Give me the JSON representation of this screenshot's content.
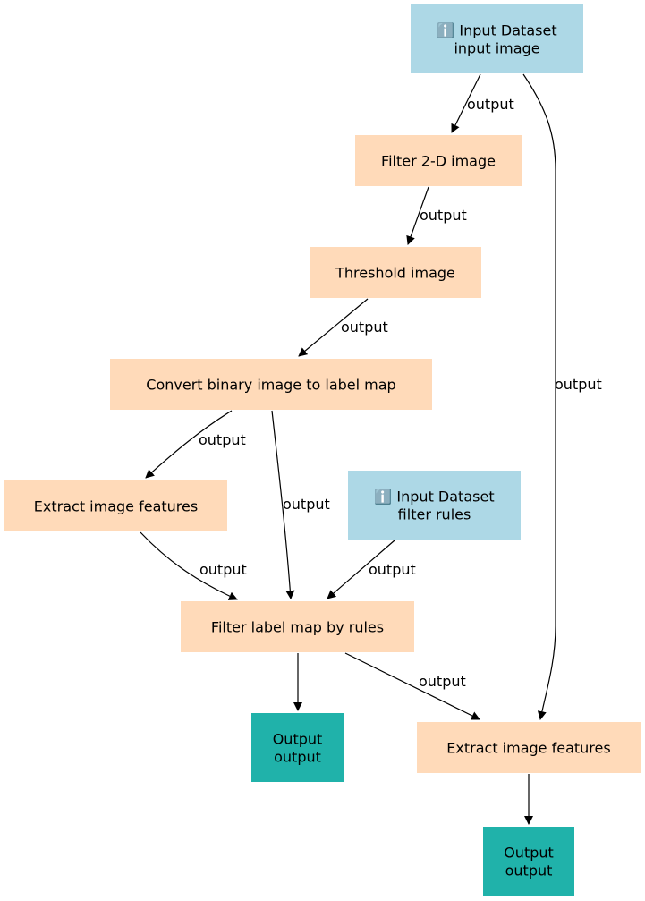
{
  "colors": {
    "input": "#add8e6",
    "tool": "#ffdab9",
    "output": "#20b2aa",
    "edge": "#000000"
  },
  "nodes": [
    {
      "id": "n0",
      "kind": "input",
      "icon": "info-icon",
      "lines": [
        "ℹ️ Input Dataset",
        "input image"
      ]
    },
    {
      "id": "n1",
      "kind": "tool",
      "lines": [
        "Filter 2-D image"
      ]
    },
    {
      "id": "n2",
      "kind": "tool",
      "lines": [
        "Threshold image"
      ]
    },
    {
      "id": "n3",
      "kind": "tool",
      "lines": [
        "Convert binary image to label map"
      ]
    },
    {
      "id": "n4",
      "kind": "tool",
      "lines": [
        "Extract image features"
      ]
    },
    {
      "id": "n5",
      "kind": "input",
      "icon": "info-icon",
      "lines": [
        "ℹ️ Input Dataset",
        "filter rules"
      ]
    },
    {
      "id": "n6",
      "kind": "tool",
      "lines": [
        "Filter label map by rules"
      ]
    },
    {
      "id": "n7",
      "kind": "output",
      "lines": [
        "Output",
        "output"
      ]
    },
    {
      "id": "n8",
      "kind": "tool",
      "lines": [
        "Extract image features"
      ]
    },
    {
      "id": "n9",
      "kind": "output",
      "lines": [
        "Output",
        "output"
      ]
    }
  ],
  "edges": [
    {
      "from": "n0",
      "to": "n1",
      "label": "output"
    },
    {
      "from": "n0",
      "to": "n8",
      "label": "output"
    },
    {
      "from": "n1",
      "to": "n2",
      "label": "output"
    },
    {
      "from": "n2",
      "to": "n3",
      "label": "output"
    },
    {
      "from": "n3",
      "to": "n4",
      "label": "output"
    },
    {
      "from": "n3",
      "to": "n6",
      "label": "output"
    },
    {
      "from": "n4",
      "to": "n6",
      "label": "output"
    },
    {
      "from": "n5",
      "to": "n6",
      "label": "output"
    },
    {
      "from": "n6",
      "to": "n7",
      "label": ""
    },
    {
      "from": "n6",
      "to": "n8",
      "label": "output"
    },
    {
      "from": "n8",
      "to": "n9",
      "label": ""
    }
  ]
}
